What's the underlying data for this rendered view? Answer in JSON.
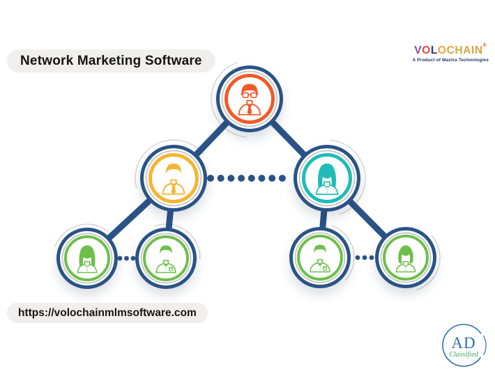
{
  "page": {
    "background": "#ffffff",
    "pill_background": "#f1efec",
    "title": "Network Marketing Software",
    "url": "https://volochainmlmsoftware.com"
  },
  "brand": {
    "name": "VOLOCHAIN",
    "name_letters": [
      {
        "ch": "V",
        "color": "#7a4f9e"
      },
      {
        "ch": "O",
        "color": "#e8483b"
      },
      {
        "ch": "L",
        "color": "#27368c"
      },
      {
        "ch": "O",
        "color": "#f0a63a"
      },
      {
        "ch": "C",
        "color": "#d6a63e"
      },
      {
        "ch": "H",
        "color": "#d6a63e"
      },
      {
        "ch": "A",
        "color": "#d6a63e"
      },
      {
        "ch": "I",
        "color": "#d6a63e"
      },
      {
        "ch": "N",
        "color": "#d6a63e"
      }
    ],
    "registered_mark": "®",
    "tagline": "A Product of Maxtra Technologies",
    "tagline_color": "#1c2e63"
  },
  "watermark": {
    "initials": "AD",
    "label": "Classified",
    "initials_color": "#2e6db4",
    "label_color": "#3aa364"
  },
  "diagram": {
    "type": "mlm-network-tree",
    "line_color": "#2a5386",
    "silver_ring_color": "#c9c9c9",
    "levels": 3,
    "nodes": [
      {
        "id": "root",
        "level": 1,
        "avatar": "man-with-glasses-and-tie",
        "color": "#f15a29"
      },
      {
        "id": "l2-left",
        "level": 2,
        "avatar": "man-with-tie",
        "color": "#f6b333"
      },
      {
        "id": "l2-right",
        "level": 2,
        "avatar": "woman-long-hair",
        "color": "#1fbdb5"
      },
      {
        "id": "l3-a",
        "level": 3,
        "avatar": "woman-long-hair",
        "color": "#6dbf4b"
      },
      {
        "id": "l3-b",
        "level": 3,
        "avatar": "man-shirt",
        "color": "#6dbf4b"
      },
      {
        "id": "l3-c",
        "level": 3,
        "avatar": "man-shirt",
        "color": "#6dbf4b"
      },
      {
        "id": "l3-d",
        "level": 3,
        "avatar": "woman-bob",
        "color": "#6dbf4b"
      }
    ],
    "continuation_dots": {
      "level2_between": 8,
      "level3_left_pair": 3,
      "level3_right_pair": 3
    }
  }
}
